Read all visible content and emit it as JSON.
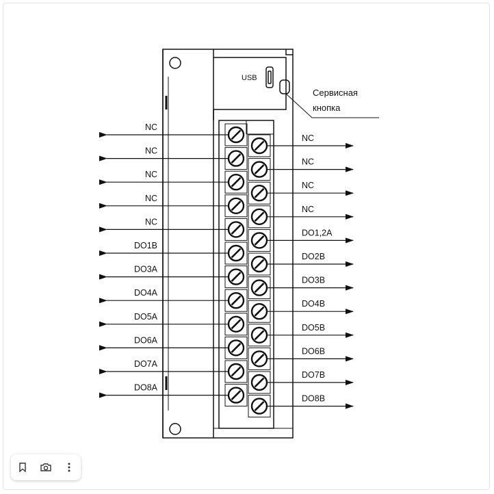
{
  "colors": {
    "line": "#111111",
    "page": "#ffffff",
    "toolbar_icon": "#333333"
  },
  "usb_label": "USB",
  "service_button_label": [
    "Сервисная",
    "кнопка"
  ],
  "left_labels": [
    "NC",
    "NC",
    "NC",
    "NC",
    "NC",
    "DO1B",
    "DO3A",
    "DO4A",
    "DO5A",
    "DO6A",
    "DO7A",
    "DO8A"
  ],
  "right_labels": [
    "NC",
    "NC",
    "NC",
    "NC",
    "DO1,2A",
    "DO2B",
    "DO3B",
    "DO4B",
    "DO5B",
    "DO6B",
    "DO7B",
    "DO8B"
  ],
  "toolbar": {
    "icons": [
      "bookmark-icon",
      "camera-search-icon",
      "more-vertical-icon"
    ]
  }
}
